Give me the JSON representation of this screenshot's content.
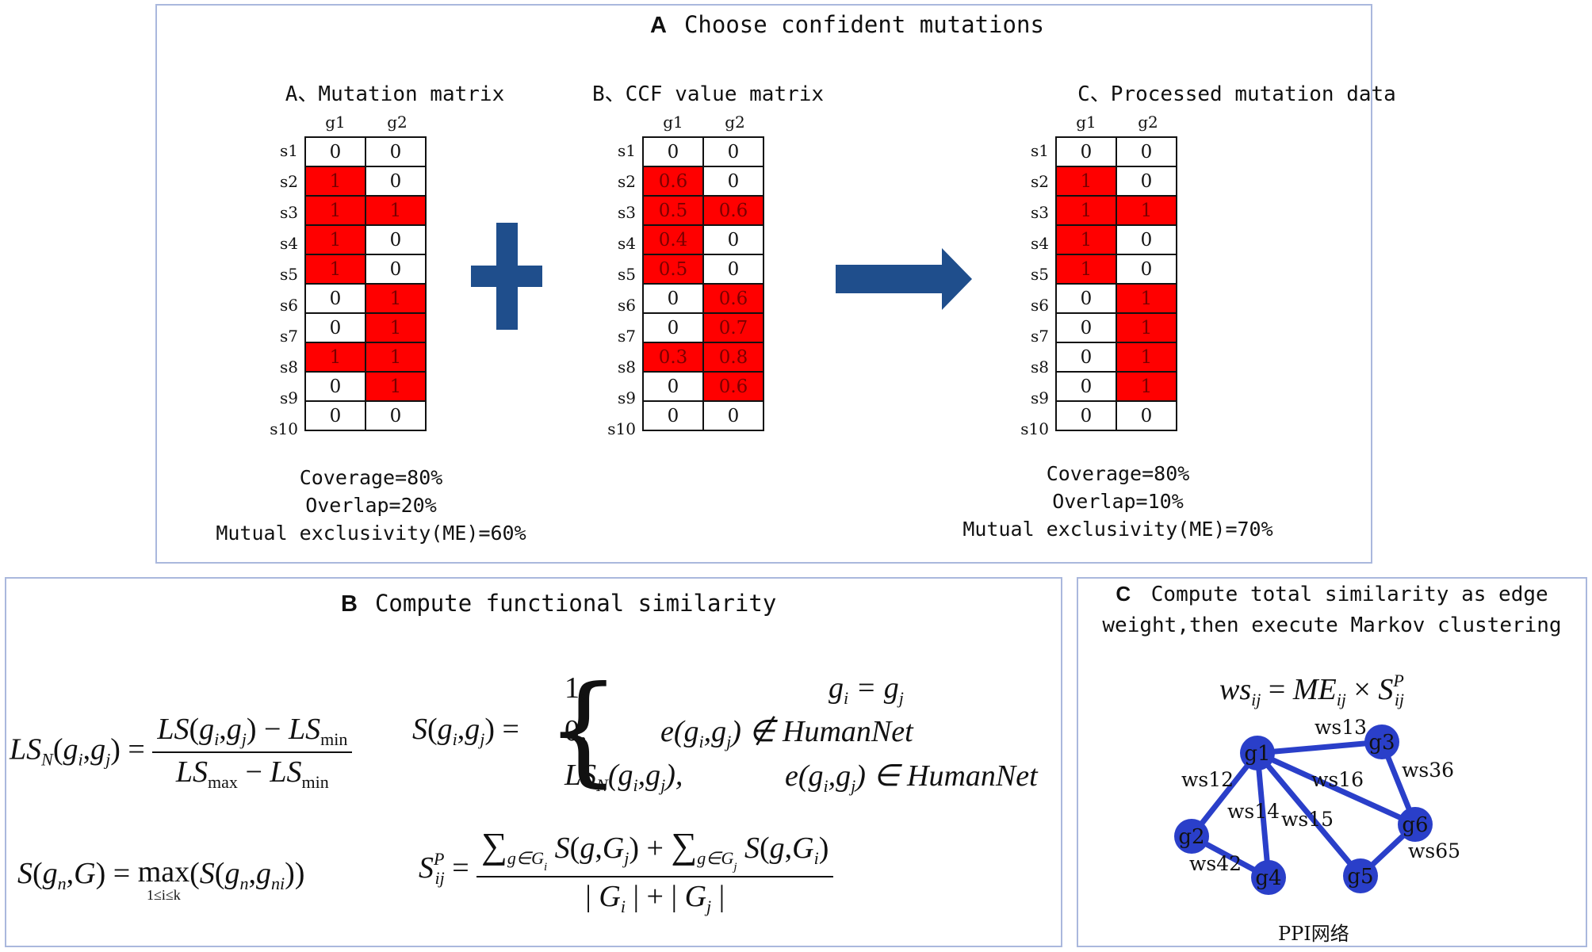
{
  "panel_a": {
    "letter": "A",
    "title": "Choose confident mutations",
    "matrices": [
      {
        "title": "A、Mutation matrix",
        "columns": [
          "g1",
          "g2"
        ],
        "rows": [
          "s1",
          "s2",
          "s3",
          "s4",
          "s5",
          "s6",
          "s7",
          "s8",
          "s9",
          "s10"
        ],
        "values": [
          [
            "0",
            "0"
          ],
          [
            "1",
            "0"
          ],
          [
            "1",
            "1"
          ],
          [
            "1",
            "0"
          ],
          [
            "1",
            "0"
          ],
          [
            "0",
            "1"
          ],
          [
            "0",
            "1"
          ],
          [
            "1",
            "1"
          ],
          [
            "0",
            "1"
          ],
          [
            "0",
            "0"
          ]
        ],
        "highlight": [
          [
            0,
            0
          ],
          [
            1,
            0
          ],
          [
            1,
            1
          ],
          [
            1,
            0
          ],
          [
            1,
            0
          ],
          [
            0,
            1
          ],
          [
            0,
            1
          ],
          [
            1,
            1
          ],
          [
            0,
            1
          ],
          [
            0,
            0
          ]
        ],
        "stats": [
          "Coverage=80%",
          "Overlap=20%",
          "Mutual exclusivity(ME)=60%"
        ]
      },
      {
        "title": "B、CCF value matrix",
        "columns": [
          "g1",
          "g2"
        ],
        "rows": [
          "s1",
          "s2",
          "s3",
          "s4",
          "s5",
          "s6",
          "s7",
          "s8",
          "s9",
          "s10"
        ],
        "values": [
          [
            "0",
            "0"
          ],
          [
            "0.6",
            "0"
          ],
          [
            "0.5",
            "0.6"
          ],
          [
            "0.4",
            "0"
          ],
          [
            "0.5",
            "0"
          ],
          [
            "0",
            "0.6"
          ],
          [
            "0",
            "0.7"
          ],
          [
            "0.3",
            "0.8"
          ],
          [
            "0",
            "0.6"
          ],
          [
            "0",
            "0"
          ]
        ],
        "highlight": [
          [
            0,
            0
          ],
          [
            1,
            0
          ],
          [
            1,
            1
          ],
          [
            1,
            0
          ],
          [
            1,
            0
          ],
          [
            0,
            1
          ],
          [
            0,
            1
          ],
          [
            1,
            1
          ],
          [
            0,
            1
          ],
          [
            0,
            0
          ]
        ],
        "stats": []
      },
      {
        "title": "C、Processed mutation data",
        "columns": [
          "g1",
          "g2"
        ],
        "rows": [
          "s1",
          "s2",
          "s3",
          "s4",
          "s5",
          "s6",
          "s7",
          "s8",
          "s9",
          "s10"
        ],
        "values": [
          [
            "0",
            "0"
          ],
          [
            "1",
            "0"
          ],
          [
            "1",
            "1"
          ],
          [
            "1",
            "0"
          ],
          [
            "1",
            "0"
          ],
          [
            "0",
            "1"
          ],
          [
            "0",
            "1"
          ],
          [
            "0",
            "1"
          ],
          [
            "0",
            "1"
          ],
          [
            "0",
            "0"
          ]
        ],
        "highlight": [
          [
            0,
            0
          ],
          [
            1,
            0
          ],
          [
            1,
            1
          ],
          [
            1,
            0
          ],
          [
            1,
            0
          ],
          [
            0,
            1
          ],
          [
            0,
            1
          ],
          [
            0,
            1
          ],
          [
            0,
            1
          ],
          [
            0,
            0
          ]
        ],
        "stats": [
          "Coverage=80%",
          "Overlap=10%",
          "Mutual exclusivity(ME)=70%"
        ]
      }
    ],
    "colors": {
      "mutated": "#ff0000",
      "operator": "#1f4e8c",
      "border": "#aab8dd"
    }
  },
  "panel_b": {
    "letter": "B",
    "title": "Compute functional similarity",
    "formulas": {
      "ls_norm_lhs": "LS",
      "ls_norm_sub": "N",
      "ls_norm_args": "(g",
      "case1_value": "1,",
      "case1_cond": "g",
      "case2_value": "0,",
      "case2_cond_tail": "∉ HumanNet",
      "case3_cond_tail": "∈ HumanNet",
      "max_word": "max",
      "max_range": "1≤i≤k"
    }
  },
  "panel_c": {
    "letter": "C",
    "title_line1": "Compute  total similarity as edge",
    "title_line2": "weight,then execute Markov clustering",
    "network_label": "PPI网络",
    "nodes": [
      "g1",
      "g2",
      "g3",
      "g4",
      "g5",
      "g6"
    ],
    "edges": [
      {
        "from": "g1",
        "to": "g3",
        "label": "ws13"
      },
      {
        "from": "g1",
        "to": "g2",
        "label": "ws12"
      },
      {
        "from": "g1",
        "to": "g6",
        "label": "ws16"
      },
      {
        "from": "g1",
        "to": "g4",
        "label": "ws14"
      },
      {
        "from": "g1",
        "to": "g5",
        "label": "ws15"
      },
      {
        "from": "g3",
        "to": "g6",
        "label": "ws36"
      },
      {
        "from": "g2",
        "to": "g4",
        "label": "ws42"
      },
      {
        "from": "g6",
        "to": "g5",
        "label": "ws65"
      }
    ],
    "colors": {
      "node": "#2a3fc9",
      "edge": "#2a3fc9"
    }
  }
}
